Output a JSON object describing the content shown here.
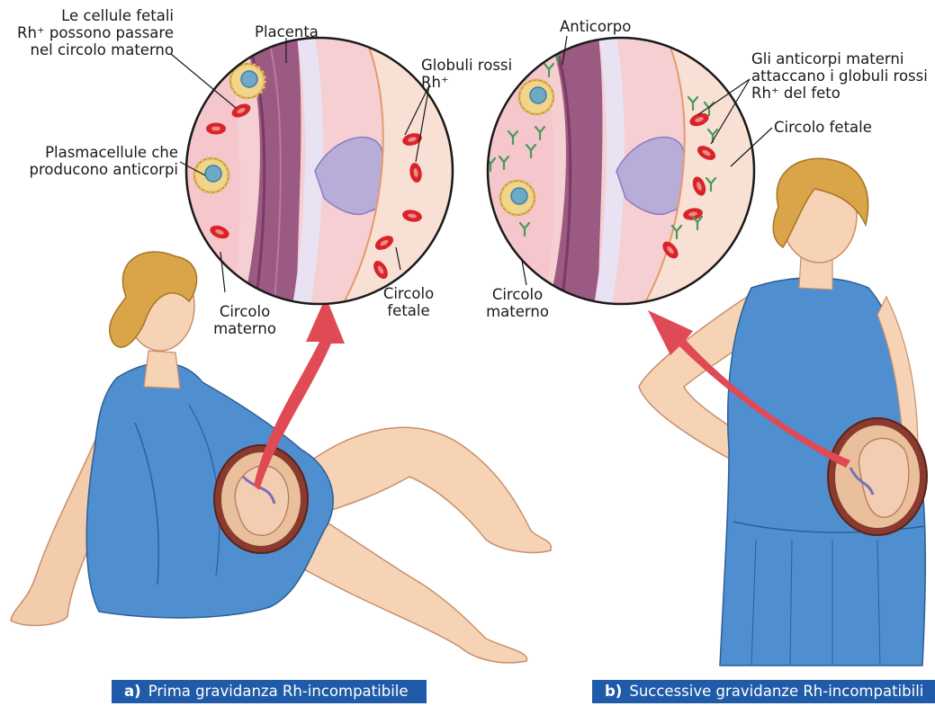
{
  "panel_a": {
    "caption_letter": "a)",
    "caption_text": "Prima gravidanza Rh-incompatibile",
    "label_fetal_cells": "Le cellule fetali\nRh⁺ possono passare\nnel circolo materno",
    "label_placenta": "Placenta",
    "label_rbc": "Globuli rossi\nRh⁺",
    "label_plasma_cells": "Plasmacellule che\nproducono anticorpi",
    "label_maternal_circ": "Circolo\nmaterno",
    "label_fetal_circ": "Circolo\nfetale"
  },
  "panel_b": {
    "caption_letter": "b)",
    "caption_text": "Successive gravidanze Rh-incompatibili",
    "label_antibody": "Anticorpo",
    "label_attack": "Gli anticorpi materni\nattaccano i globuli rossi\nRh⁺ del feto",
    "label_fetal_circ": "Circolo fetale",
    "label_maternal_circ": "Circolo\nmaterno"
  },
  "colors": {
    "caption_bg": "#1f5ba8",
    "dress": "#4f8fd0",
    "skin": "#f6d3b4",
    "hair": "#d9a548",
    "arrow": "#e04a55",
    "blood_cell": "#d8232a",
    "antibody": "#4a9a5a",
    "placenta": "#9b5a82",
    "circle_bg": "#f5cfd2"
  }
}
